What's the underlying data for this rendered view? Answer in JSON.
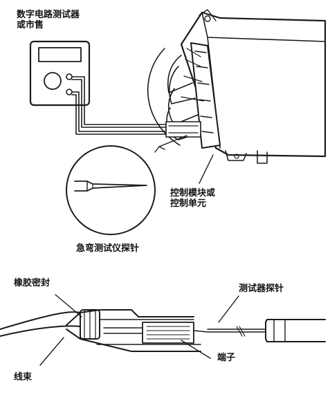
{
  "labels": {
    "meter_line1": "数字电路测试器",
    "meter_line2": "或市售",
    "module_line1": "控制模块或",
    "module_line2": "控制单元",
    "probe_caption": "急弯测试仪探针",
    "rubber_seal": "橡胶密封",
    "tester_probe": "测试器探针",
    "harness": "线束",
    "terminal": "端子"
  },
  "colors": {
    "line": "#1a1a1a",
    "fill": "#ffffff",
    "shade": "#d9d9d9"
  }
}
